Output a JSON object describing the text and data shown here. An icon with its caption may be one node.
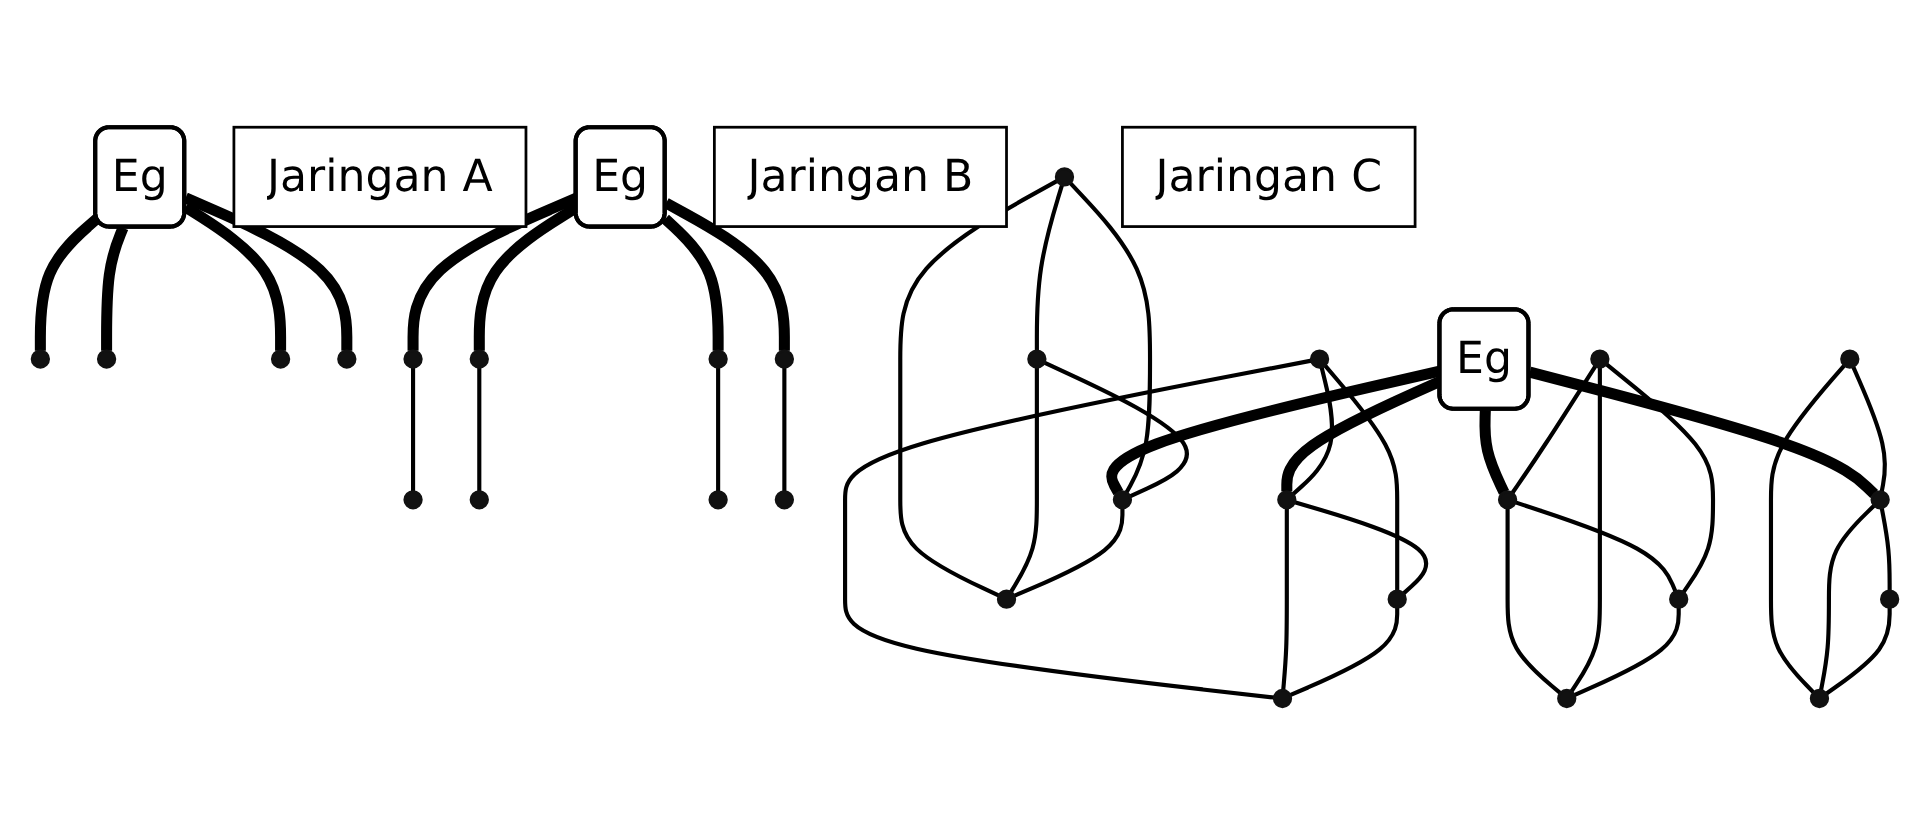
{
  "diagram": {
    "nodes": [
      {
        "text": [
          "Eg"
        ]
      },
      {
        "text": [],
        "shape": "circle"
      },
      {
        "text": [],
        "shape": "circle"
      },
      {
        "text": [],
        "shape": "circle"
      },
      {
        "text": [],
        "shape": "circle"
      },
      {
        "text": [
          "Jaringan A"
        ]
      },
      {
        "text": [
          "Eg"
        ]
      },
      {
        "text": [],
        "shape": "circle"
      },
      {
        "text": [],
        "shape": "circle"
      },
      {
        "text": [],
        "shape": "circle"
      },
      {
        "text": [],
        "shape": "circle"
      },
      {
        "text": [],
        "shape": "circle"
      },
      {
        "text": [],
        "shape": "circle"
      },
      {
        "text": [],
        "shape": "circle"
      },
      {
        "text": [],
        "shape": "circle"
      },
      {
        "text": [
          "Jaringan B"
        ]
      },
      {
        "text": [
          "Eg"
        ]
      },
      {
        "text": [],
        "shape": "circle"
      },
      {
        "text": [],
        "shape": "circle"
      },
      {
        "text": [],
        "shape": "circle"
      },
      {
        "text": [],
        "shape": "circle"
      },
      {
        "text": [],
        "shape": "circle"
      },
      {
        "text": [],
        "shape": "circle"
      },
      {
        "text": [],
        "shape": "circle"
      },
      {
        "text": [],
        "shape": "circle"
      },
      {
        "text": [],
        "shape": "circle"
      },
      {
        "text": [],
        "shape": "circle"
      },
      {
        "text": [],
        "shape": "circle"
      },
      {
        "text": [],
        "shape": "circle"
      },
      {
        "text": [],
        "shape": "circle"
      },
      {
        "text": [],
        "shape": "circle"
      },
      {
        "text": [],
        "shape": "circle"
      },
      {
        "text": [],
        "shape": "circle"
      },
      {
        "text": [
          "Jaringan C"
        ]
      }
    ],
    "edges": [
      {
        "from": 0,
        "to": 1,
        "arrow": "none",
        "style": "thick"
      },
      {
        "from": 0,
        "to": 2,
        "arrow": "none",
        "style": "thick"
      },
      {
        "from": 0,
        "to": 3,
        "arrow": "none",
        "style": "thick"
      },
      {
        "from": 0,
        "to": 4,
        "arrow": "none",
        "style": "thick"
      },
      {
        "from": 6,
        "to": 7,
        "arrow": "none",
        "style": "thick"
      },
      {
        "from": 7,
        "to": 8,
        "arrow": "none"
      },
      {
        "from": 6,
        "to": 9,
        "arrow": "none",
        "style": "thick"
      },
      {
        "from": 9,
        "to": 10,
        "arrow": "none"
      },
      {
        "from": 6,
        "to": 11,
        "arrow": "none",
        "style": "thick"
      },
      {
        "from": 11,
        "to": 12,
        "arrow": "none"
      },
      {
        "from": 6,
        "to": 13,
        "arrow": "none",
        "style": "thick"
      },
      {
        "from": 13,
        "to": 14,
        "arrow": "none"
      },
      {
        "from": 16,
        "to": 18,
        "arrow": "none",
        "style": "thick"
      },
      {
        "from": 17,
        "to": 18,
        "arrow": "none"
      },
      {
        "from": 17,
        "to": 19,
        "arrow": "none"
      },
      {
        "from": 17,
        "to": 20,
        "arrow": "none"
      },
      {
        "from": 18,
        "to": 19,
        "arrow": "none"
      },
      {
        "from": 18,
        "to": 20,
        "arrow": "none"
      },
      {
        "from": 19,
        "to": 20,
        "arrow": "none"
      },
      {
        "from": 16,
        "to": 23,
        "arrow": "none",
        "style": "thick"
      },
      {
        "from": 22,
        "to": 21,
        "arrow": "none"
      },
      {
        "from": 22,
        "to": 23,
        "arrow": "none"
      },
      {
        "from": 22,
        "to": 24,
        "arrow": "none"
      },
      {
        "from": 21,
        "to": 23,
        "arrow": "none"
      },
      {
        "from": 21,
        "to": 24,
        "arrow": "none"
      },
      {
        "from": 23,
        "to": 24,
        "arrow": "none"
      },
      {
        "from": 16,
        "to": 26,
        "arrow": "none",
        "style": "thick"
      },
      {
        "from": 25,
        "to": 26,
        "arrow": "none"
      },
      {
        "from": 26,
        "to": 27,
        "arrow": "none"
      },
      {
        "from": 26,
        "to": 28,
        "arrow": "none"
      },
      {
        "from": 25,
        "to": 27,
        "arrow": "none"
      },
      {
        "from": 28,
        "to": 27,
        "arrow": "none"
      },
      {
        "from": 25,
        "to": 28,
        "arrow": "none"
      },
      {
        "from": 16,
        "to": 30,
        "arrow": "none",
        "style": "thick"
      },
      {
        "from": 29,
        "to": 30,
        "arrow": "none"
      },
      {
        "from": 29,
        "to": 31,
        "arrow": "none"
      },
      {
        "from": 30,
        "to": 31,
        "arrow": "none"
      },
      {
        "from": 30,
        "to": 32,
        "arrow": "none"
      },
      {
        "from": 32,
        "to": 31,
        "arrow": "none"
      }
    ]
  }
}
